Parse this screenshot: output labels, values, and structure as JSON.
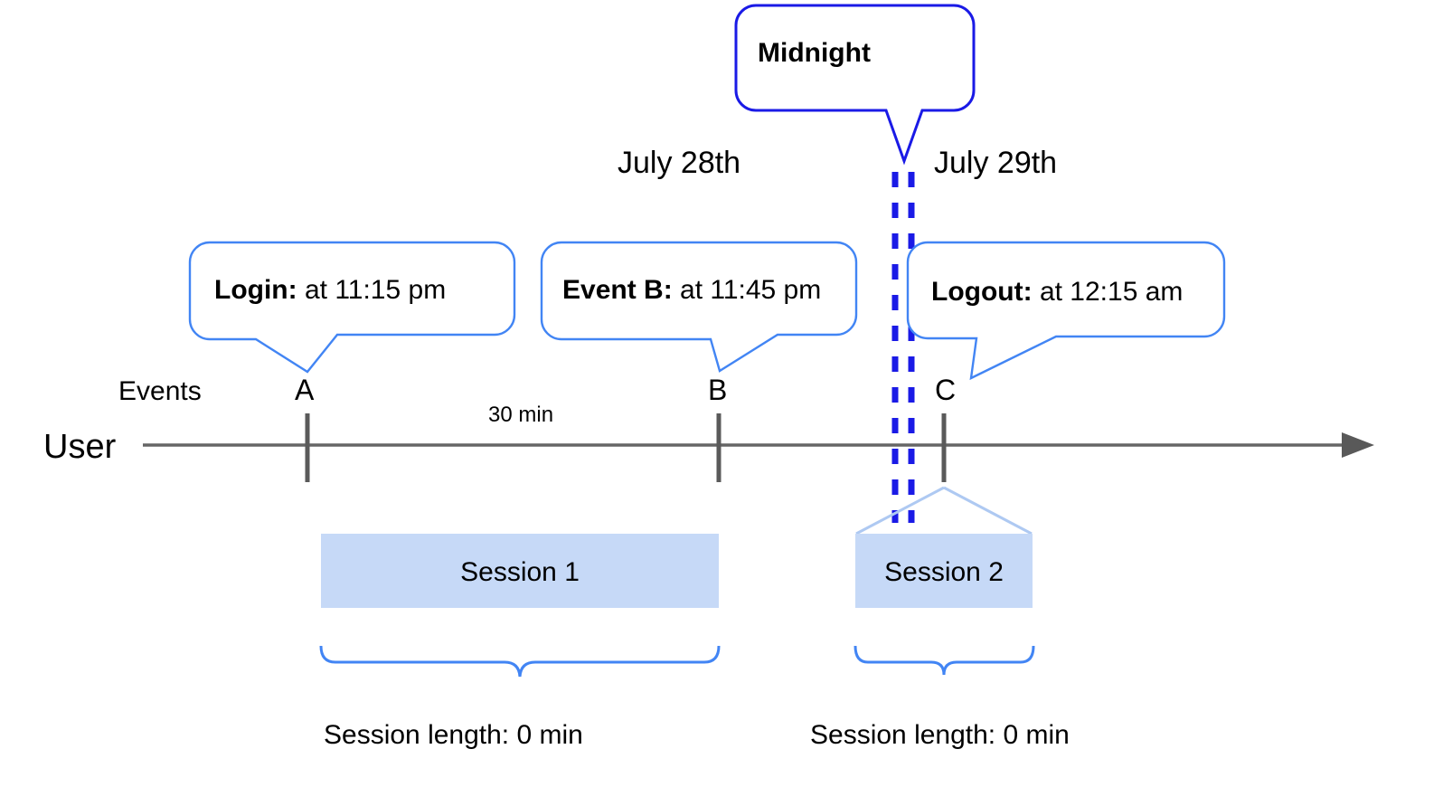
{
  "diagram": {
    "title_callout": {
      "label": "Midnight"
    },
    "dates": [
      {
        "name": "date-july-28",
        "label": "July 28th"
      },
      {
        "name": "date-july-29",
        "label": "July 29th"
      }
    ],
    "event_callouts": [
      {
        "name": "callout-login",
        "bold": "Login:",
        "rest": " at 11:15 pm"
      },
      {
        "name": "callout-event-b",
        "bold": "Event B:",
        "rest": " at 11:45 pm"
      },
      {
        "name": "callout-logout",
        "bold": "Logout:",
        "rest": " at 12:15 am"
      }
    ],
    "row_labels": {
      "events": "Events",
      "user": "User"
    },
    "markers": [
      {
        "name": "event-marker-a",
        "label": "A"
      },
      {
        "name": "event-marker-b",
        "label": "B"
      },
      {
        "name": "event-marker-c",
        "label": "C"
      }
    ],
    "durations": [
      {
        "name": "duration-a-to-b",
        "label": "30 min"
      }
    ],
    "sessions": [
      {
        "name": "session-1",
        "label": "Session 1",
        "length_label": "Session length: 0 min"
      },
      {
        "name": "session-2",
        "label": "Session 2",
        "length_label": "Session length: 0 min"
      }
    ],
    "colors": {
      "callout_border": "#4285F4",
      "midnight_border": "#1A1AE6",
      "midnight_dash": "#1A1AE6",
      "session_fill": "#C6D9F7",
      "session_connector": "#AEC9F2",
      "brace": "#4285F4",
      "axis": "#666666",
      "tick": "#5A5A5A",
      "text": "#000000"
    }
  }
}
